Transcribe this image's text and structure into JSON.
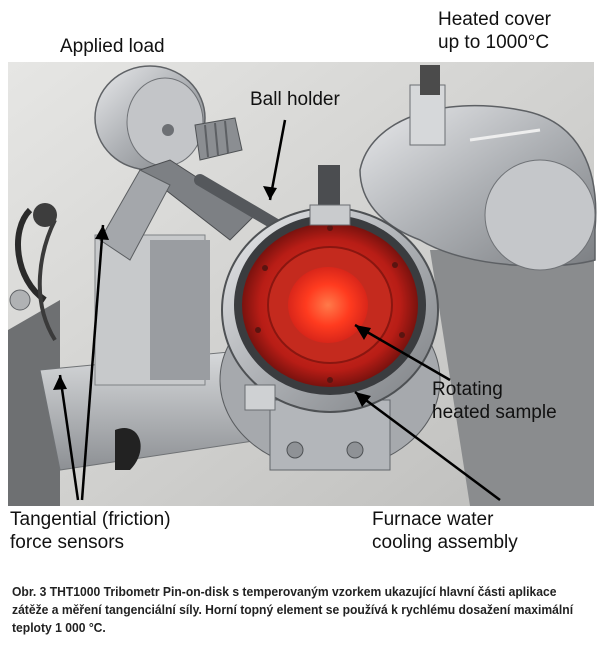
{
  "labels": {
    "applied_load": "Applied load",
    "heated_cover_1": "Heated cover",
    "heated_cover_2": "up to 1000°C",
    "ball_holder": "Ball holder",
    "rotating_1": "Rotating",
    "rotating_2": "heated sample",
    "tangential_1": "Tangential (friction)",
    "tangential_2": "force sensors",
    "furnace_1": "Furnace water",
    "furnace_2": "cooling assembly"
  },
  "caption": "Obr. 3 THT1000 Tribometr Pin-on-disk s temperovaným vzorkem ukazující hlavní části aplikace zátěže a měření tangenciální síly. Horní topný element se používá k rychlému dosažení maximální teploty 1 000 °C.",
  "colors": {
    "sample_glow": "#ff3b1f",
    "furnace_red": "#c8201a",
    "metal": "#b9bcc0",
    "background_grey": "#8a8c8e"
  }
}
